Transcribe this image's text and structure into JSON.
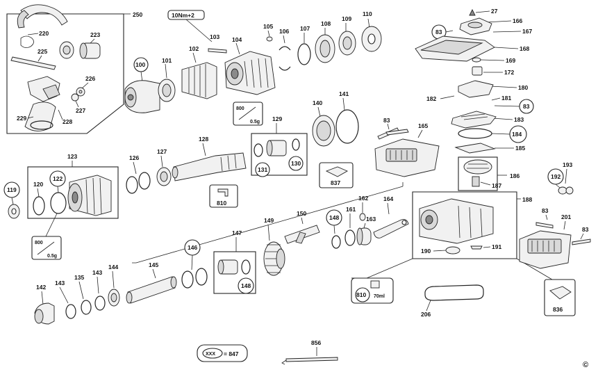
{
  "callouts": {
    "c250": "250",
    "c220": "220",
    "c223": "223",
    "c225": "225",
    "c226": "226",
    "c227": "227",
    "c228": "228",
    "c229": "229",
    "torque": "10Nm+2",
    "c103": "103",
    "c102": "102",
    "c104": "104",
    "c105": "105",
    "c106": "106",
    "c107": "107",
    "c108": "108",
    "c109": "109",
    "c110": "110",
    "c100": "100",
    "c101": "101",
    "c27": "27",
    "c166": "166",
    "c83a": "83",
    "c167": "167",
    "c168": "168",
    "c169": "169",
    "c172": "172",
    "c180": "180",
    "c182": "182",
    "c181": "181",
    "c83b": "83",
    "c183": "183",
    "c184": "184",
    "c185": "185",
    "c141": "141",
    "c140": "140",
    "c129": "129",
    "c131": "131",
    "c130": "130",
    "c837": "837",
    "c83c": "83",
    "c165": "165",
    "c123": "123",
    "c122": "122",
    "c120": "120",
    "c119": "119",
    "c126": "126",
    "c127": "127",
    "c128": "128",
    "c810a": "810",
    "c186": "186",
    "c187": "187",
    "c193": "193",
    "c192": "192",
    "c188": "188",
    "c83d": "83",
    "c201": "201",
    "c83e": "83",
    "c190": "190",
    "c191": "191",
    "c162": "162",
    "c164": "164",
    "c150": "150",
    "c148a": "148",
    "c161": "161",
    "c163": "163",
    "c149": "149",
    "c147": "147",
    "c146": "146",
    "c148b": "148",
    "c145": "145",
    "c144": "144",
    "c143a": "143",
    "c135": "135",
    "c143b": "143",
    "c142": "142",
    "c810b": "810",
    "c70ml": "70ml",
    "c206": "206",
    "c836": "836",
    "c856": "856",
    "grease800a": "800",
    "grease05a": "0.5g",
    "grease800b": "800",
    "grease05b": "0.5g",
    "legend_xxx": "XXX",
    "legend_eq": "= 847",
    "copyright": "©"
  }
}
